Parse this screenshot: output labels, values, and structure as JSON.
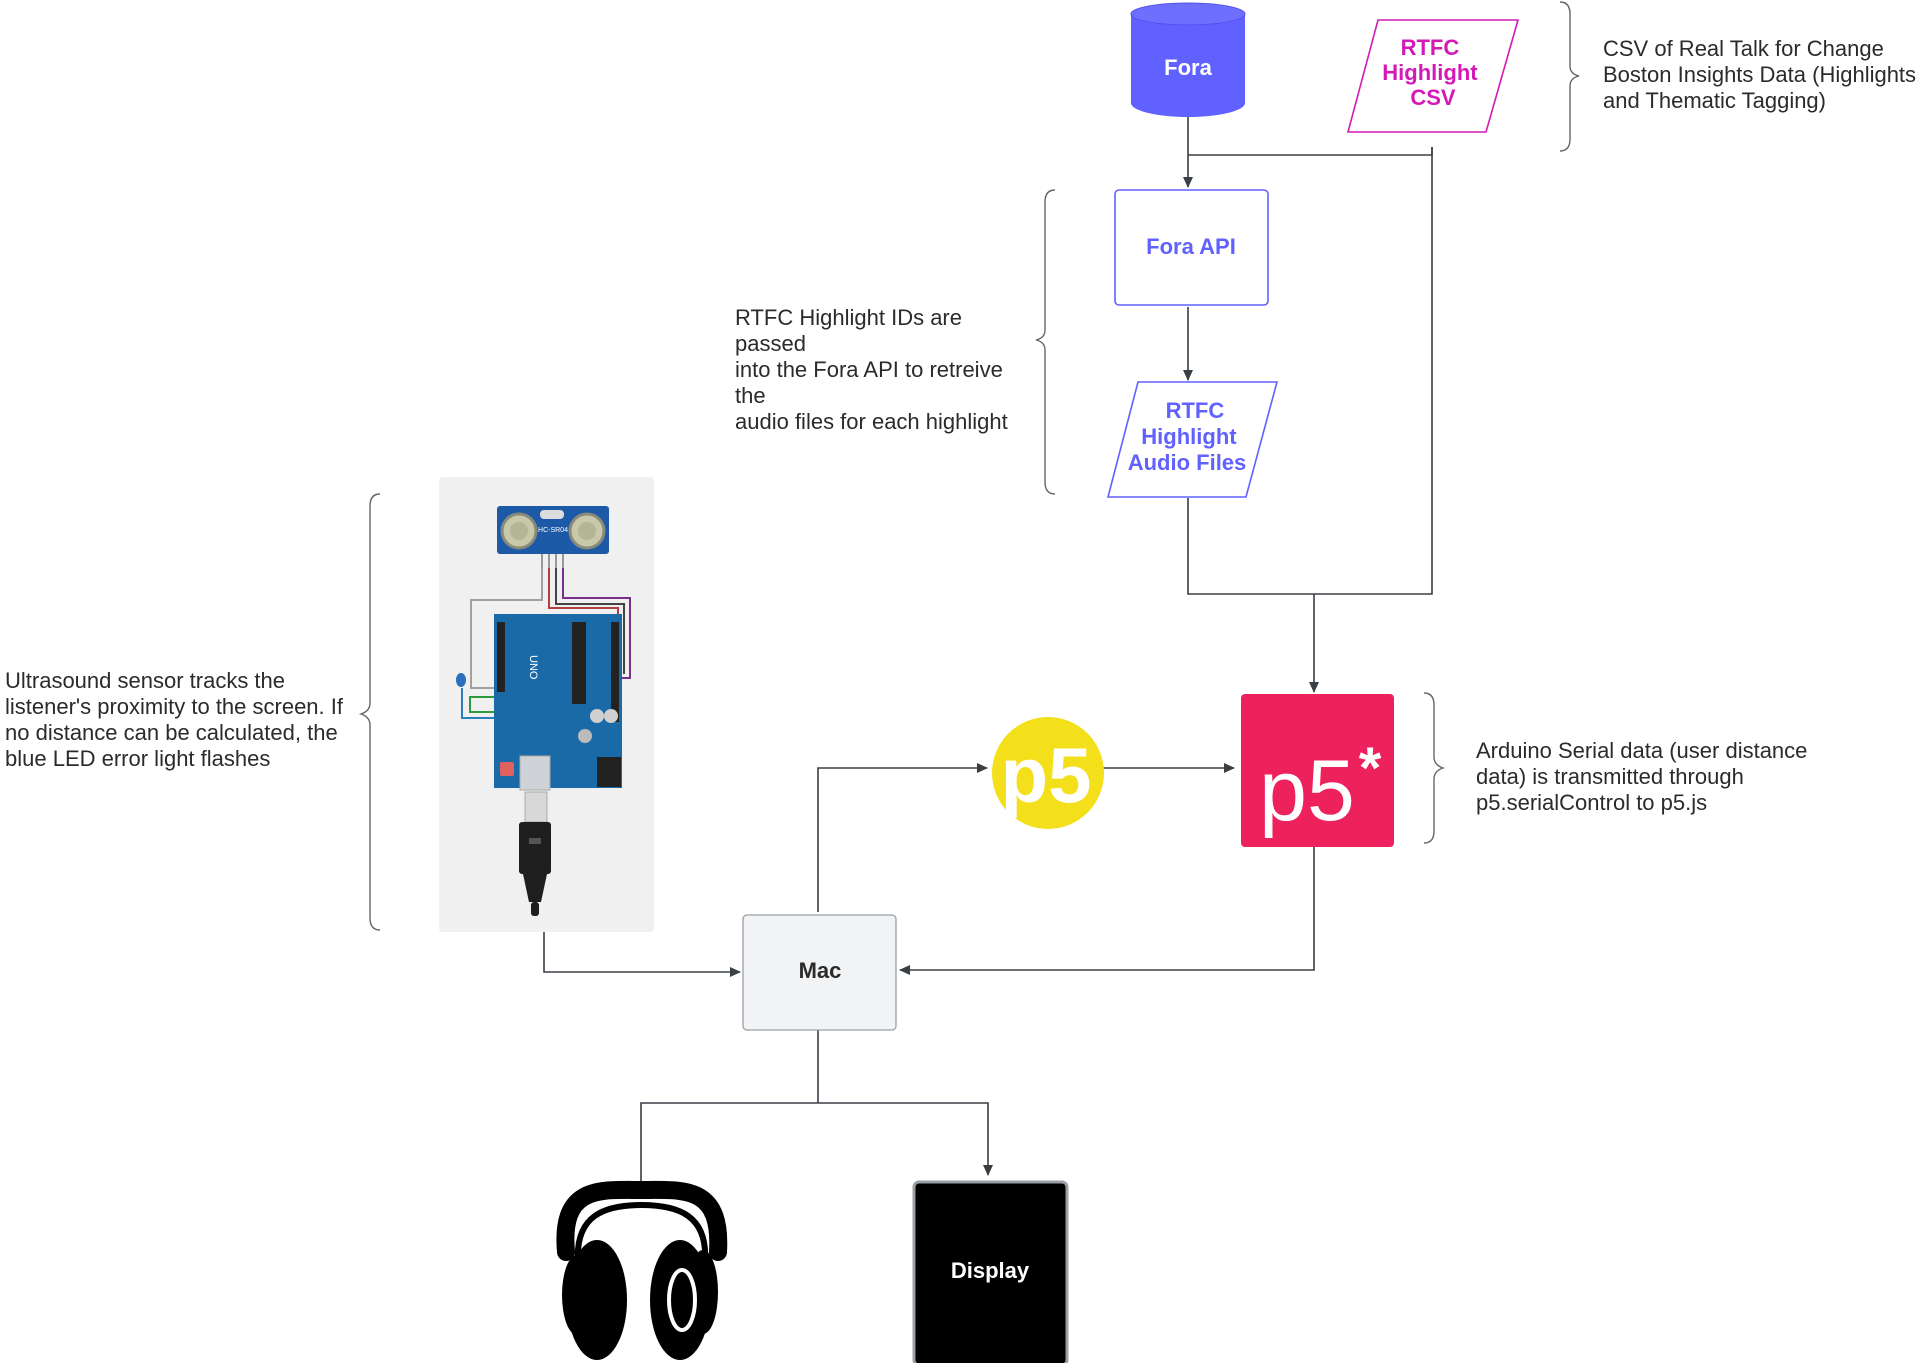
{
  "nodes": {
    "fora": "Fora",
    "rtfc_csv": [
      "RTFC",
      "Highlight",
      "CSV"
    ],
    "fora_api": "Fora API",
    "rtfc_audio": [
      "RTFC",
      "Highlight",
      "Audio Files"
    ],
    "p5_circle": "p5",
    "p5_square": "p5",
    "p5_square_asterisk": "*",
    "mac": "Mac",
    "display": "Display",
    "arduino_sensor_label": "HC-SR04",
    "arduino_board_label": "UNO"
  },
  "annotations": {
    "csv_note": [
      "CSV of Real Talk for Change",
      "Boston Insights Data (Highlights",
      "and Thematic Tagging)"
    ],
    "api_note": [
      "RTFC Highlight IDs are passed",
      "into the Fora API to retreive the",
      "audio files for each highlight"
    ],
    "sensor_note": [
      "Ultrasound sensor tracks the",
      "listener's proximity to the screen. If",
      "no distance can be calculated, the",
      "blue LED error light flashes"
    ],
    "serial_note": [
      "Arduino Serial data (user distance",
      "data) is transmitted through",
      "p5.serialControl to p5.js"
    ]
  },
  "icons": {
    "headphones": "headphones-icon",
    "arduino": "arduino-uno-with-ultrasonic-sensor",
    "p5_logo_circle": "p5-serialcontrol-logo",
    "p5_logo_square": "p5js-logo"
  },
  "colors": {
    "fora_blue": "#6161ff",
    "rtfc_magenta": "#d41ab6",
    "p5_pink": "#ed225d",
    "p5_yellow": "#f3df1a",
    "mac_fill": "#f2f3f5",
    "connector": "#3a3f44"
  }
}
